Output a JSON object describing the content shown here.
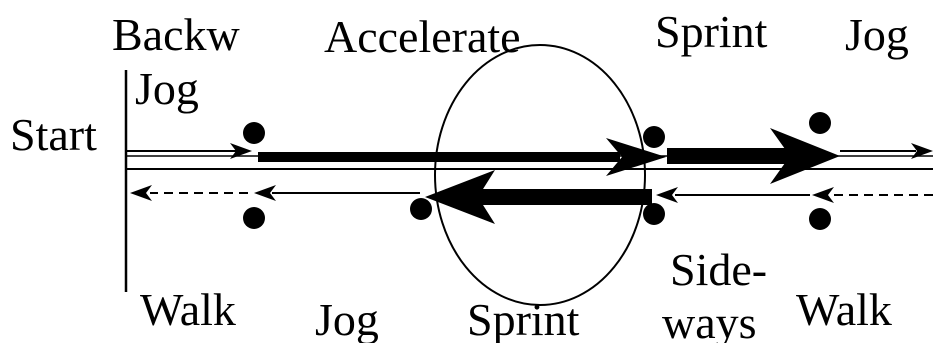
{
  "labels": {
    "start": "Start",
    "backw": "Backw",
    "jog_upper_left": "Jog",
    "accelerate": "Accelerate",
    "sprint_top": "Sprint",
    "jog_top_right": "Jog",
    "walk_bottom_left": "Walk",
    "jog_bottom": "Jog",
    "sprint_bottom": "Sprint",
    "side": "Side-",
    "ways": "ways",
    "walk_bottom_right": "Walk"
  },
  "legend": {
    "thin_solid_arrow": "thin-arrow",
    "thick_arrow": "thick-arrow",
    "dashed_arrow": "dashed-arrow",
    "marker": "dot-marker"
  },
  "colors": {
    "ink": "#000000",
    "background": "#ffffff"
  }
}
